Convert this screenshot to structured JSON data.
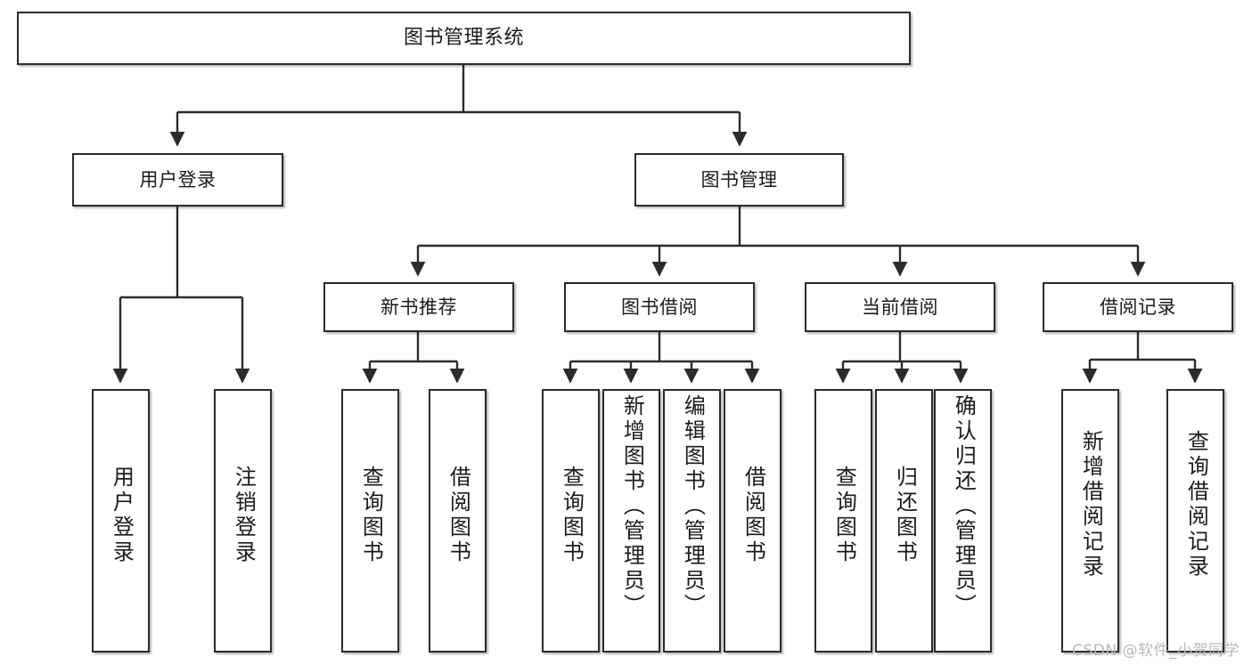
{
  "diagram": {
    "title_node": {
      "label": "图书管理系统"
    },
    "level2": [
      {
        "label": "用户登录"
      },
      {
        "label": "图书管理"
      }
    ],
    "level3": [
      {
        "label": "新书推荐"
      },
      {
        "label": "图书借阅"
      },
      {
        "label": "当前借阅"
      },
      {
        "label": "借阅记录"
      }
    ],
    "leaves": {
      "user_login": [
        {
          "label": "用户登录"
        },
        {
          "label": "注销登录"
        }
      ],
      "new_book_recommend": [
        {
          "label": "查询图书"
        },
        {
          "label": "借阅图书"
        }
      ],
      "book_borrow": [
        {
          "label": "查询图书"
        },
        {
          "label": "新增图书（管理员）"
        },
        {
          "label": "编辑图书（管理员）"
        },
        {
          "label": "借阅图书"
        }
      ],
      "current_borrow": [
        {
          "label": "查询图书"
        },
        {
          "label": "归还图书"
        },
        {
          "label": "确认归还（管理员）"
        }
      ],
      "borrow_record": [
        {
          "label": "新增借阅记录"
        },
        {
          "label": "查询借阅记录"
        }
      ]
    }
  },
  "watermark": {
    "text": "CSDN @软件_小贺同学"
  },
  "colors": {
    "stroke": "#2b2b2b",
    "fill": "#ffffff",
    "text": "#1b1b1b",
    "watermark": "#b9b9b9"
  }
}
